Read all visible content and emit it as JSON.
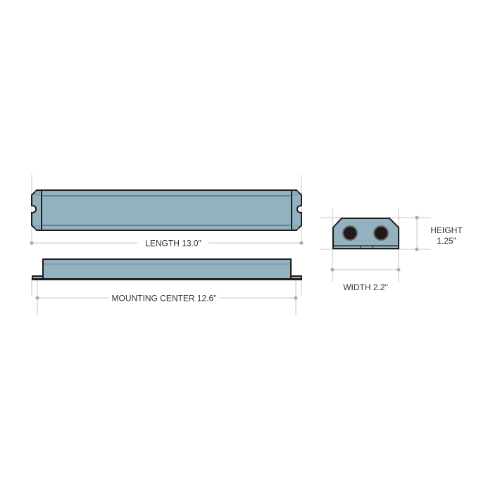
{
  "diagram": {
    "type": "dimension-drawing",
    "colors": {
      "body_fill": "#94b1bf",
      "outline": "#1d1d1d",
      "inner_line": "#5e6e76",
      "dimension_line": "#c4c4c4",
      "dimension_dot": "#a9a9a9",
      "hole": "#1e1a1a",
      "hole_ring": "#6b6b6b",
      "text": "#333333"
    },
    "views": {
      "top_view": {
        "name": "top view"
      },
      "side_view": {
        "name": "side view"
      },
      "end_view": {
        "name": "end view"
      }
    },
    "dimensions": {
      "length": {
        "label": "LENGTH 13.0\"",
        "value": 13.0,
        "unit": "in"
      },
      "mounting_center": {
        "label": "MOUNTING CENTER 12.6\"",
        "value": 12.6,
        "unit": "in"
      },
      "width": {
        "label": "WIDTH 2.2\"",
        "value": 2.2,
        "unit": "in"
      },
      "height": {
        "label_line1": "HEIGHT",
        "label_line2": "1.25\"",
        "value": 1.25,
        "unit": "in"
      }
    }
  }
}
